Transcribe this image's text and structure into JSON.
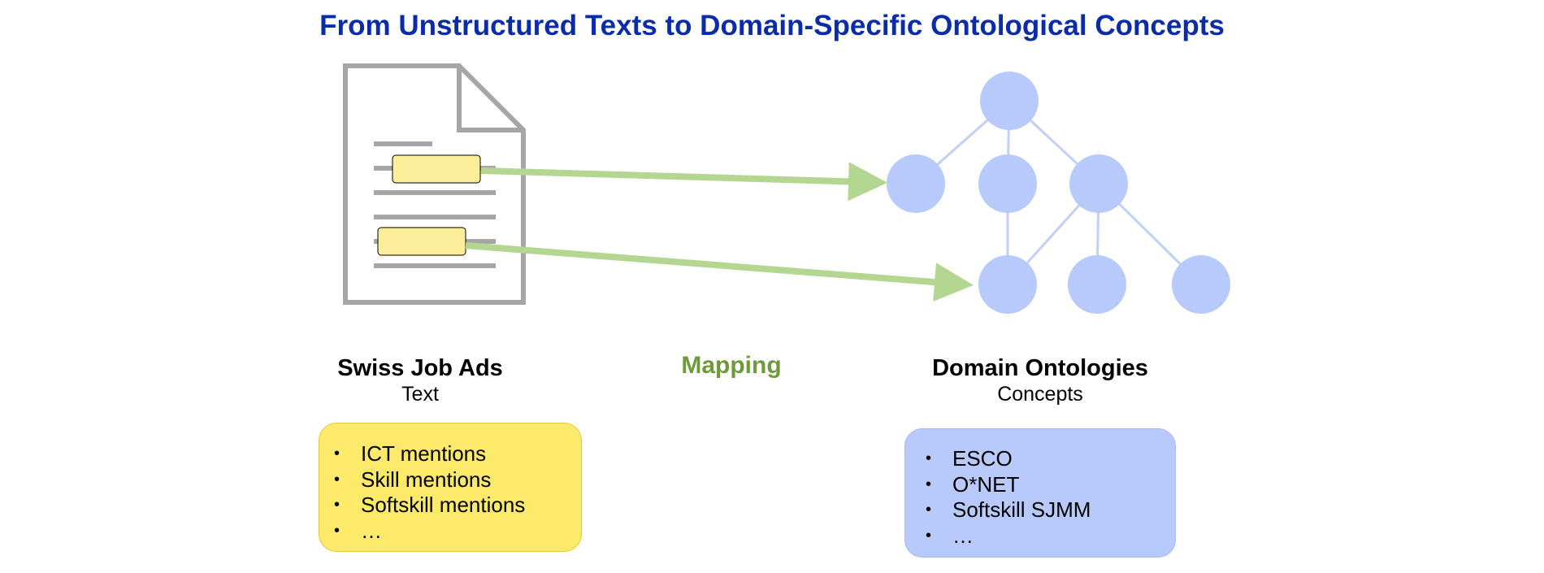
{
  "title": "From Unstructured Texts to Domain-Specific Ontological Concepts",
  "source": {
    "heading": "Swiss Job Ads",
    "subheading": "Text",
    "items": [
      "ICT mentions",
      "Skill mentions",
      "Softskill mentions",
      "…"
    ]
  },
  "mapping_label": "Mapping",
  "target": {
    "heading": "Domain Ontologies",
    "subheading": "Concepts",
    "items": [
      "ESCO",
      "O*NET",
      "Softskill SJMM",
      "…"
    ]
  },
  "colors": {
    "title": "#0a2ca8",
    "arrow": "#b3d690",
    "mapping": "#6f9a3a",
    "node": "#b8c9fb",
    "edge": "#c2d0f8",
    "highlight": "#fdee9c",
    "document": "#a6a6a6",
    "source_box": "#fde96a",
    "target_box": "#b8c9fb"
  },
  "icons": [
    "document-icon",
    "ontology-tree-icon"
  ]
}
